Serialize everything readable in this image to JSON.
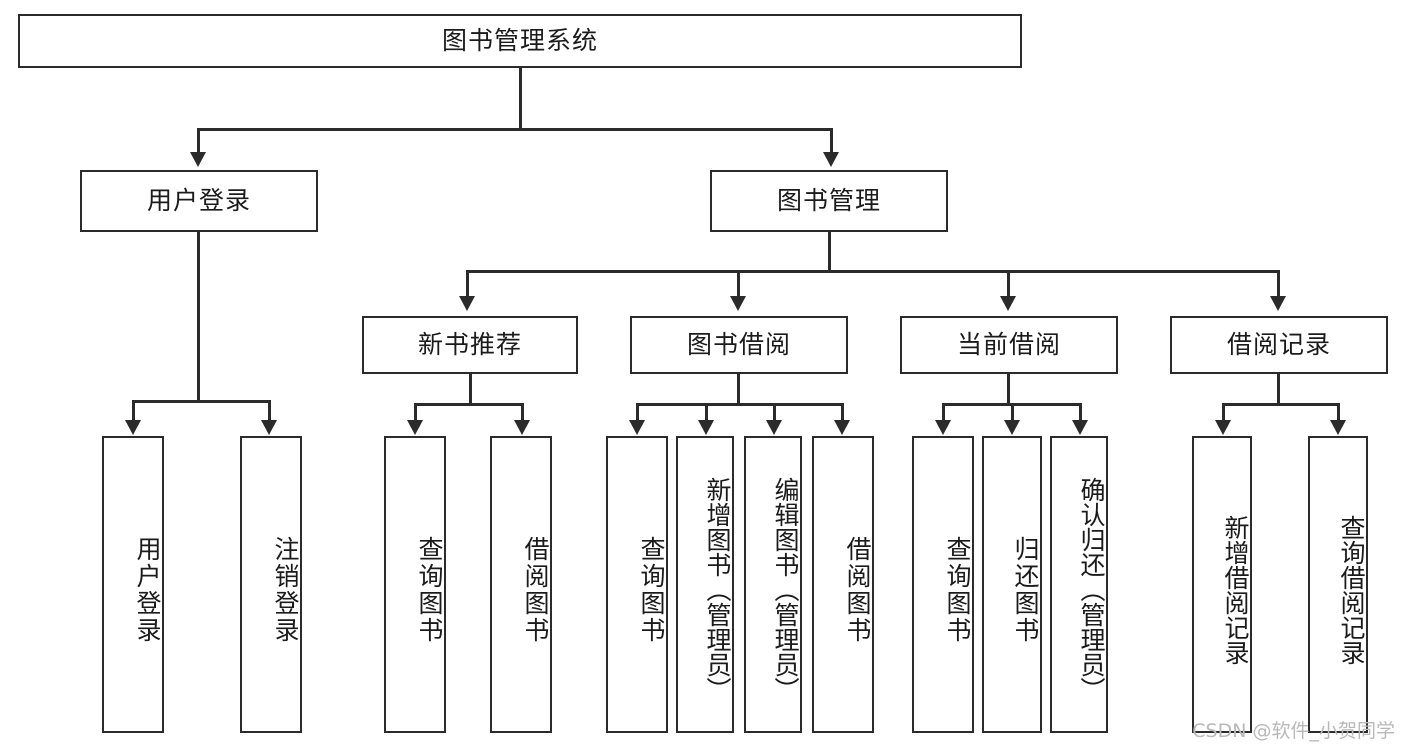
{
  "diagram": {
    "title": "图书管理系统",
    "type": "tree",
    "watermark": "CSDN @软件_小贺同学",
    "colors": {
      "box_border": "#2b2b2b",
      "box_fill": "#ffffff",
      "connector": "#2b2b2b",
      "background": "#ffffff",
      "watermark": "#b9b9b9"
    },
    "root": {
      "label": "图书管理系统"
    },
    "level2": [
      {
        "id": "user-login",
        "label": "用户登录"
      },
      {
        "id": "book-management",
        "label": "图书管理"
      }
    ],
    "level3": [
      {
        "id": "new-book-recommend",
        "label": "新书推荐",
        "parent": "book-management"
      },
      {
        "id": "book-borrow",
        "label": "图书借阅",
        "parent": "book-management"
      },
      {
        "id": "current-borrow",
        "label": "当前借阅",
        "parent": "book-management"
      },
      {
        "id": "borrow-record",
        "label": "借阅记录",
        "parent": "book-management"
      }
    ],
    "leaves": {
      "user-login": [
        {
          "id": "leaf-user-login",
          "label": "用户登录"
        },
        {
          "id": "leaf-logout-login",
          "label": "注销登录"
        }
      ],
      "new-book-recommend": [
        {
          "id": "leaf-query-book-1",
          "label": "查询图书"
        },
        {
          "id": "leaf-borrow-book-1",
          "label": "借阅图书"
        }
      ],
      "book-borrow": [
        {
          "id": "leaf-query-book-2",
          "label": "查询图书"
        },
        {
          "id": "leaf-add-book",
          "label": "新增图书（管理员）"
        },
        {
          "id": "leaf-edit-book",
          "label": "编辑图书（管理员）"
        },
        {
          "id": "leaf-borrow-book-2",
          "label": "借阅图书"
        }
      ],
      "current-borrow": [
        {
          "id": "leaf-query-book-3",
          "label": "查询图书"
        },
        {
          "id": "leaf-return-book",
          "label": "归还图书"
        },
        {
          "id": "leaf-confirm-return",
          "label": "确认归还（管理员）"
        }
      ],
      "borrow-record": [
        {
          "id": "leaf-add-record",
          "label": "新增借阅记录"
        },
        {
          "id": "leaf-query-record",
          "label": "查询借阅记录"
        }
      ]
    }
  }
}
